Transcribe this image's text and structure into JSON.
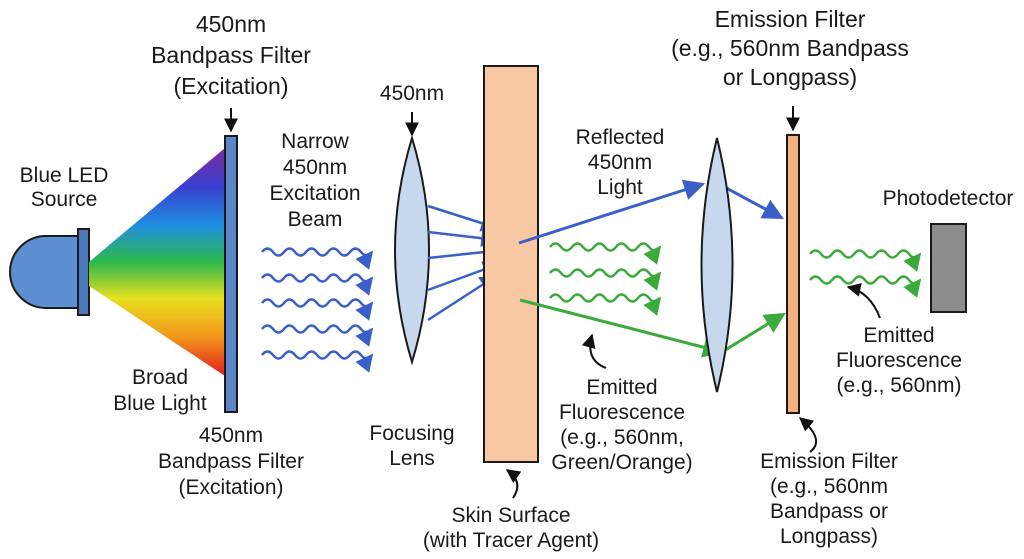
{
  "labels": {
    "led_source": [
      "Blue LED",
      "Source"
    ],
    "excitation_filter_top": [
      "450nm",
      "Bandpass Filter",
      "(Excitation)"
    ],
    "excitation_filter_bottom": [
      "450nm",
      "Bandpass Filter",
      "(Excitation)"
    ],
    "broad_light": [
      "Broad",
      "Blue Light"
    ],
    "narrow_beam": [
      "Narrow",
      "450nm",
      "Excitation",
      "Beam"
    ],
    "lens_top": [
      "450nm"
    ],
    "focusing_lens": [
      "Focusing",
      "Lens"
    ],
    "reflected_light": [
      "Reflected",
      "450nm",
      "Light"
    ],
    "emitted_center": [
      "Emitted",
      "Fluorescence",
      "(e.g., 560nm,",
      "Green/Orange)"
    ],
    "skin_surface": [
      "Skin Surface",
      "(with Tracer Agent)"
    ],
    "emission_filter_top": [
      "Emission Filter",
      "(e.g., 560nm Bandpass",
      "or Longpass)"
    ],
    "emission_filter_bottom": [
      "Emission Filter",
      "(e.g., 560nm",
      "Bandpass or",
      "Longpass)"
    ],
    "photodetector": [
      "Photodetector"
    ],
    "emitted_right": [
      "Emitted",
      "Fluorescence",
      "(e.g., 560nm)"
    ]
  },
  "colors": {
    "led_body": "#5b8fd1",
    "filter_blue": "#5b87c9",
    "lens_fill": "#c6d8ee",
    "skin": "#f8c7a4",
    "emission_filter": "#f4b080",
    "photodetector": "#8c8c8c",
    "blue_light": "#3a5fc8",
    "green_light": "#3aaa3a"
  },
  "icons": {
    "led": "led-bulb-icon",
    "photodetector": "photodetector-box-icon"
  }
}
